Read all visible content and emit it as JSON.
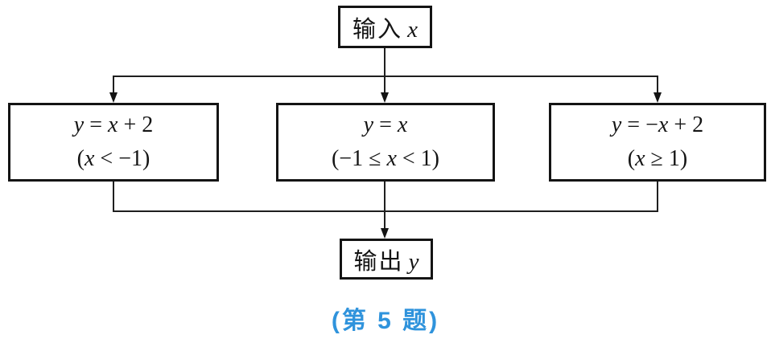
{
  "colors": {
    "background": "#ffffff",
    "line": "#1f1f1f",
    "box_border": "#141414",
    "text": "#141414",
    "caption_blue": "#2f93dc"
  },
  "nodes": {
    "input": {
      "label": "输入",
      "var": "x",
      "full_text": "输入 x"
    },
    "output": {
      "label": "输出",
      "var": "y",
      "full_text": "输出 y"
    },
    "branches": [
      {
        "formula_text": "y = x + 2",
        "condition_text": "(x < −1)",
        "line1": [
          {
            "t": "y"
          },
          {
            "t": " = "
          },
          {
            "t": "x"
          },
          {
            "t": " + 2"
          }
        ],
        "line2": [
          {
            "t": "("
          },
          {
            "t": "x"
          },
          {
            "t": " < −1)"
          }
        ]
      },
      {
        "formula_text": "y = x",
        "condition_text": "(−1 ≤ x < 1)",
        "line1": [
          {
            "t": "y"
          },
          {
            "t": " = "
          },
          {
            "t": "x"
          }
        ],
        "line2": [
          {
            "t": "(−1 ≤ "
          },
          {
            "t": "x"
          },
          {
            "t": " < 1)"
          }
        ]
      },
      {
        "formula_text": "y = −x + 2",
        "condition_text": "(x ≥ 1)",
        "line1": [
          {
            "t": "y"
          },
          {
            "t": " = −"
          },
          {
            "t": "x"
          },
          {
            "t": " + 2"
          }
        ],
        "line2": [
          {
            "t": "("
          },
          {
            "t": "x"
          },
          {
            "t": " ≥ 1)"
          }
        ]
      }
    ]
  },
  "caption": {
    "text": "(第 5 题)"
  }
}
